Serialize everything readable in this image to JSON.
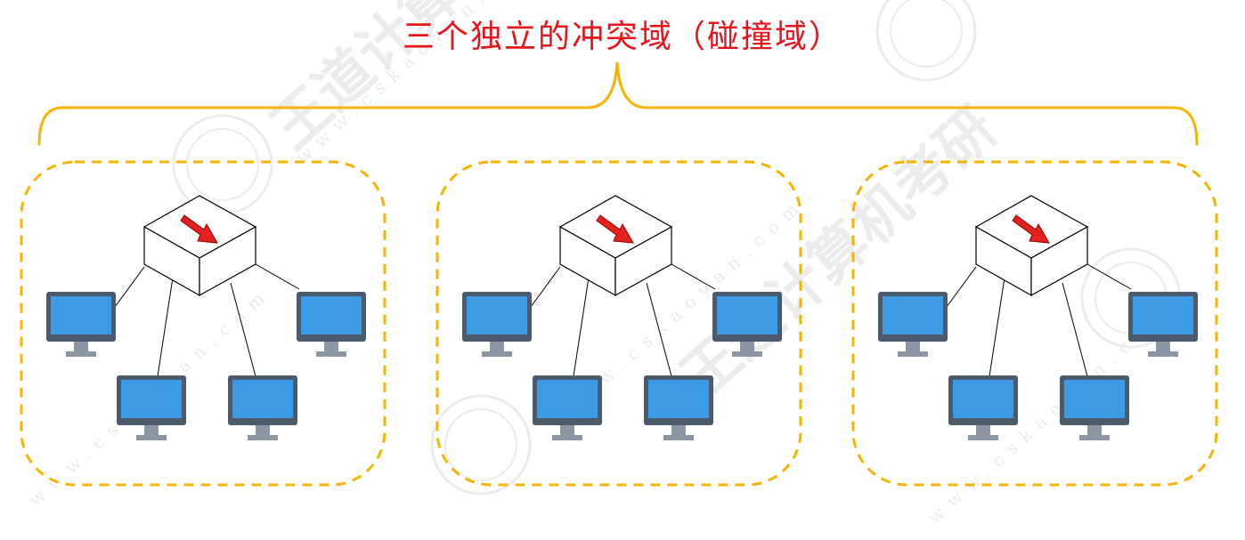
{
  "title": "三个独立的冲突域（碰撞域）",
  "colors": {
    "title": "#e8131b",
    "brace": "#f4b400",
    "domain_border": "#f4b400",
    "screen": "#3d9be6",
    "monitor_body": "#4b5b6b",
    "stand": "#8a96a3",
    "arrow": "#e52120",
    "link": "#000000",
    "watermark": "#c8c8c8"
  },
  "watermark": {
    "brand": "王道计算机考研",
    "url": "www.cskaoyan.com"
  },
  "collision_domains": [
    {
      "name": "domain-1",
      "device": "switch-arrow-icon",
      "hosts": 4
    },
    {
      "name": "domain-2",
      "device": "switch-arrow-icon",
      "hosts": 4
    },
    {
      "name": "domain-3",
      "device": "switch-arrow-icon",
      "hosts": 4
    }
  ]
}
